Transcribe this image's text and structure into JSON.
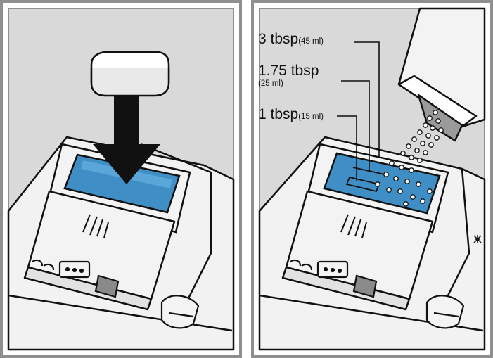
{
  "colors": {
    "frame": "#8f8f8f",
    "background": "#d9d9d9",
    "outline": "#111111",
    "compartment": "#3f8ec5",
    "lid": "#f3f3f3",
    "arrow": "#111111"
  },
  "icons": [
    "dishwasher-tablet-icon",
    "down-arrow-icon",
    "detergent-package-icon",
    "detergent-powder-icon",
    "dispenser-compartment-icon"
  ],
  "right_panel": {
    "labels": [
      {
        "amount": "3 tbsp",
        "volume": "(45 ml)"
      },
      {
        "amount": "1.75 tbsp",
        "volume": "(25 ml)"
      },
      {
        "amount": "1 tbsp",
        "volume": "(15 ml)"
      }
    ]
  }
}
